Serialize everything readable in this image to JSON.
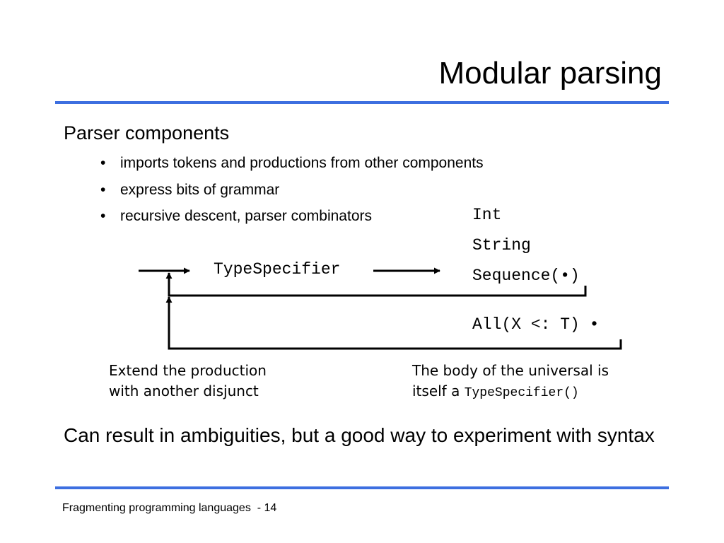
{
  "slide": {
    "title": "Modular parsing",
    "heading": "Parser components",
    "bullets": [
      "imports tokens and productions from other components",
      "express bits of grammar",
      "recursive descent, parser combinators"
    ],
    "bullet_glyph": "•",
    "conclusion": "Can result in ambiguities, but a good way to experiment with syntax",
    "footer": "Fragmenting programming languages  - 14"
  },
  "diagram": {
    "nonterminal": "TypeSpecifier",
    "alternatives": [
      "Int",
      "String",
      "Sequence(•)",
      "All(X <: T) •"
    ],
    "caption_left": [
      "Extend the production",
      "with another disjunct"
    ],
    "caption_right_line1": "The body of the universal is",
    "caption_right_prefix": "itself a ",
    "caption_right_code": "TypeSpecifier()"
  },
  "colors": {
    "rule": "#3d6fe0",
    "text": "#000000"
  }
}
